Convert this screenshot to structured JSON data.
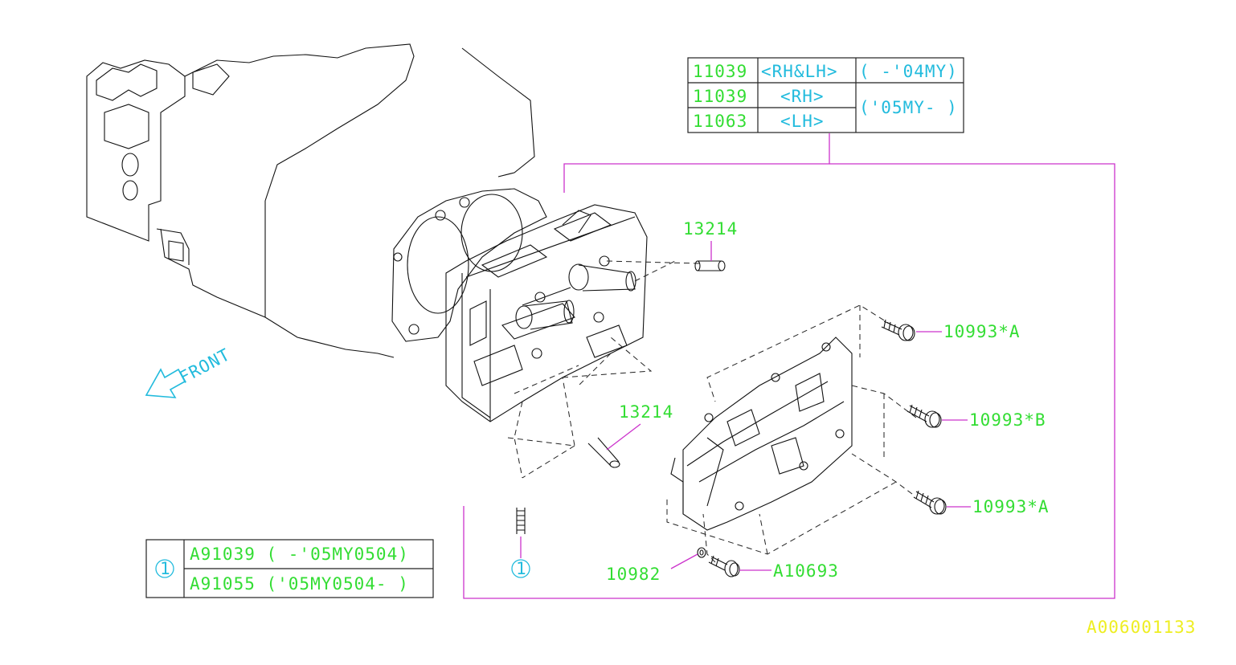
{
  "parts_table": {
    "rows": [
      {
        "part": "11039",
        "side": "<RH&LH>",
        "range": "( -'04MY)"
      },
      {
        "part": "11039",
        "side": "<RH>",
        "range": "('05MY- )"
      },
      {
        "part": "11063",
        "side": "<LH>",
        "range": ""
      }
    ]
  },
  "callouts": {
    "plug_upper": "13214",
    "plug_lower": "13214",
    "bolt_a_upper": "10993*A",
    "bolt_b": "10993*B",
    "bolt_a_lower": "10993*A",
    "washer": "10982",
    "bolt_main": "A10693",
    "ref_marker": "1"
  },
  "ref_table": {
    "marker": "1",
    "rows": [
      "A91039 ( -'05MY0504)",
      "A91055 ('05MY0504- )"
    ]
  },
  "front_label": "FRONT",
  "diagram_id": "A006001133",
  "colors": {
    "part_number": "#33dd33",
    "side_and_marker": "#22bbdd",
    "leader": "#cc33cc",
    "diagram_id": "#eeee22",
    "line_art": "#111111"
  }
}
